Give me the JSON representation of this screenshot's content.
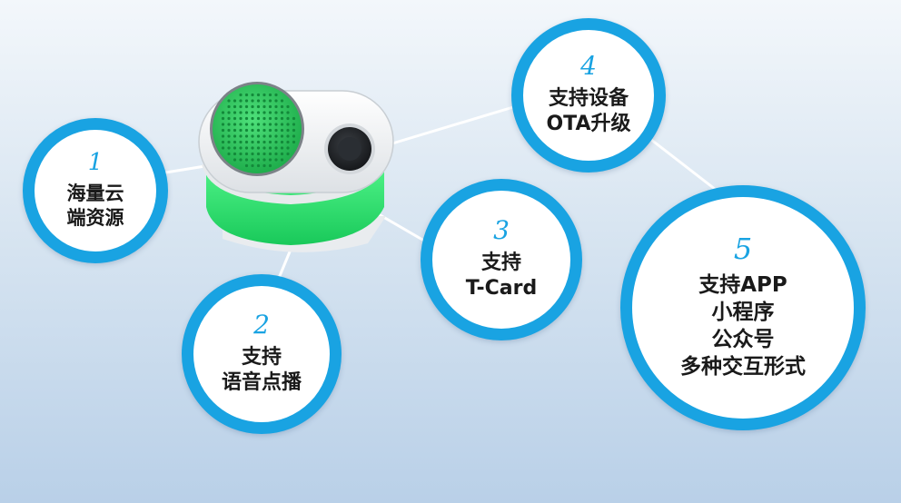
{
  "bubbles": [
    {
      "number": "1",
      "lines": [
        "海量云",
        "端资源"
      ]
    },
    {
      "number": "2",
      "lines": [
        "支持",
        "语音点播"
      ]
    },
    {
      "number": "3",
      "lines": [
        "支持",
        "T-Card"
      ]
    },
    {
      "number": "4",
      "lines": [
        "支持设备",
        "OTA升级"
      ]
    },
    {
      "number": "5",
      "lines": [
        "支持APP",
        "小程序",
        "公众号",
        "多种交互形式"
      ]
    }
  ],
  "colors": {
    "ring": "#19a3e2",
    "speaker_green": "#2fd160",
    "band_green": "#35ef6f"
  },
  "icons": {
    "device": "smart-speaker-icon",
    "speaker_grille": "speaker-grille-icon",
    "button": "round-button-icon"
  }
}
